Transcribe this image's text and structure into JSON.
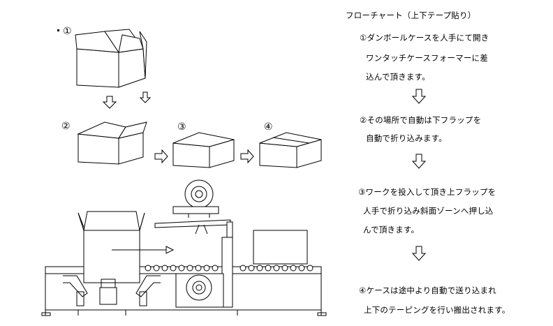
{
  "flowchart": {
    "title": "フローチャート（上下テープ貼り）",
    "steps": [
      {
        "number": "①",
        "lines": [
          "①ダンボールケースを人手にて開き",
          "ワンタッチケースフォーマーに差",
          "込んで頂きます。"
        ]
      },
      {
        "number": "②",
        "lines": [
          "②その場所で自動は下フラップを",
          "自動で折り込みます。"
        ]
      },
      {
        "number": "③",
        "lines": [
          "③ワークを投入して頂き上フラップを",
          "人手で折り込み斜面ゾーンへ押し込",
          "んで頂きます。"
        ]
      },
      {
        "number": "④",
        "lines": [
          "④ケースは途中より自動で送り込まれ",
          "上下のテーピングを行い搬出されます。"
        ]
      }
    ]
  },
  "diagram_labels": {
    "step1": "①",
    "step2": "②",
    "step3": "③",
    "step4": "④"
  }
}
